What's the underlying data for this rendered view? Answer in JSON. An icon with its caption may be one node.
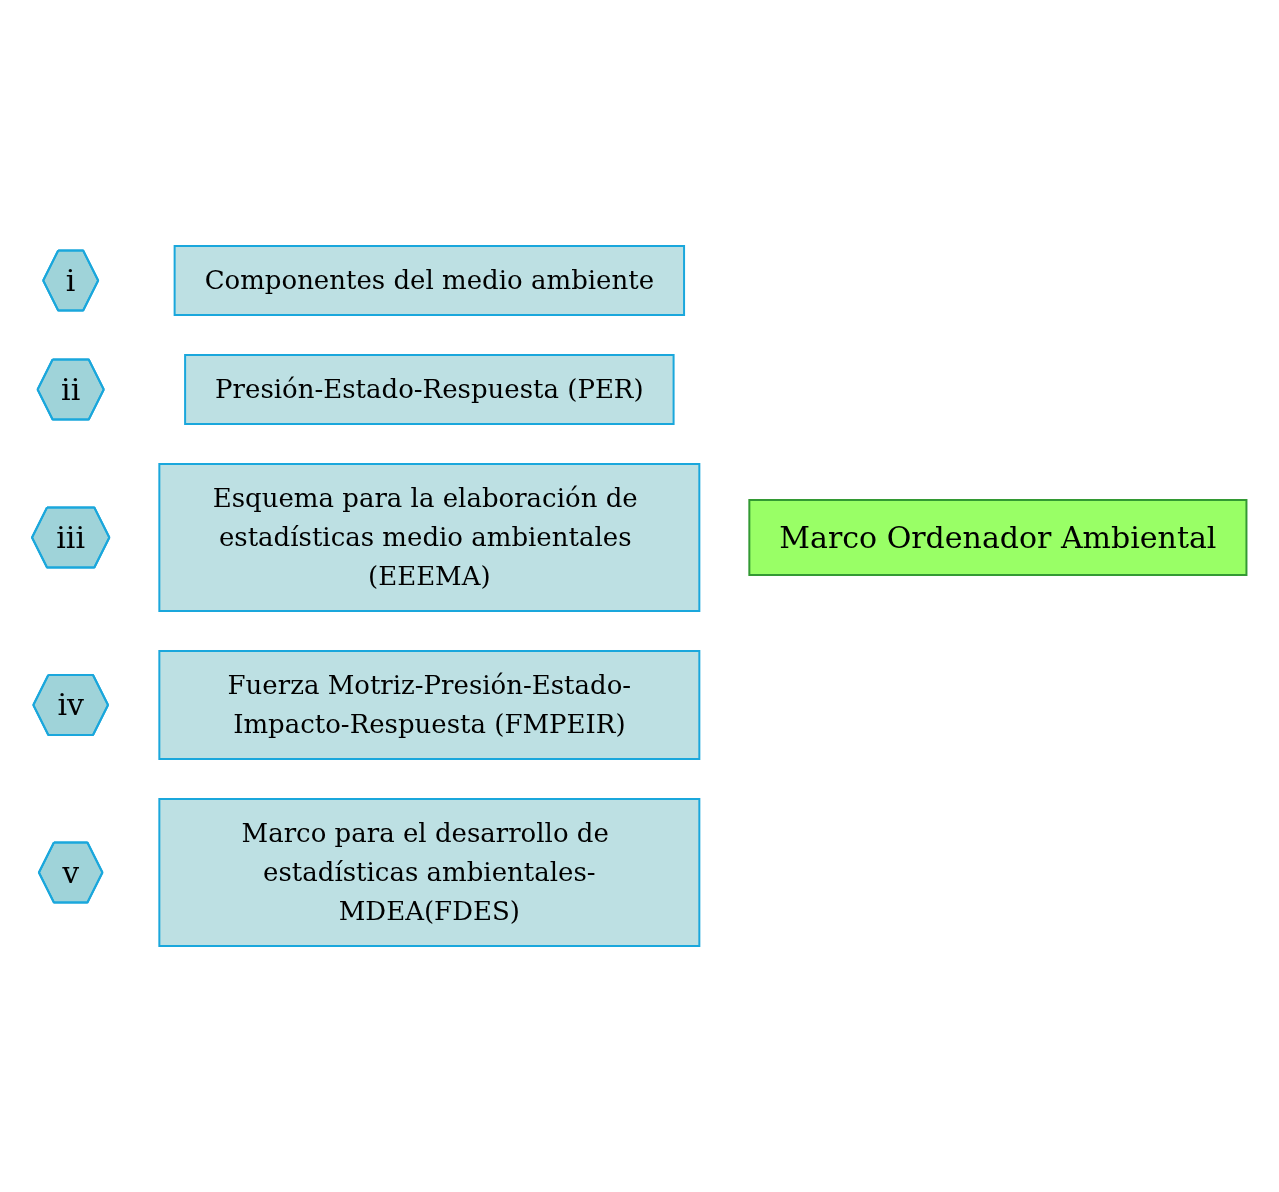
{
  "diagram": {
    "nodes": [
      {
        "text": [
          "i"
        ]
      },
      {
        "text": [
          "Componentes  del medio ambiente"
        ]
      },
      {
        "text": [
          "ii"
        ]
      },
      {
        "text": [
          "Presión-Estado-Respuesta (PER)"
        ]
      },
      {
        "text": [
          "iii"
        ]
      },
      {
        "text": [
          "Esquema para la elaboración de estadísticas medio ambientales (EEEMA)"
        ]
      },
      {
        "text": [
          "iv"
        ]
      },
      {
        "text": [
          "Fuerza Motriz-Presión-Estado-Impacto-Respuesta (FMPEIR)"
        ]
      },
      {
        "text": [
          "v"
        ]
      },
      {
        "text": [
          "Marco para el desarrollo de estadísticas ambientales-MDEA(FDES)"
        ]
      },
      {
        "text": [
          "Marco Ordenador Ambiental"
        ]
      }
    ]
  }
}
